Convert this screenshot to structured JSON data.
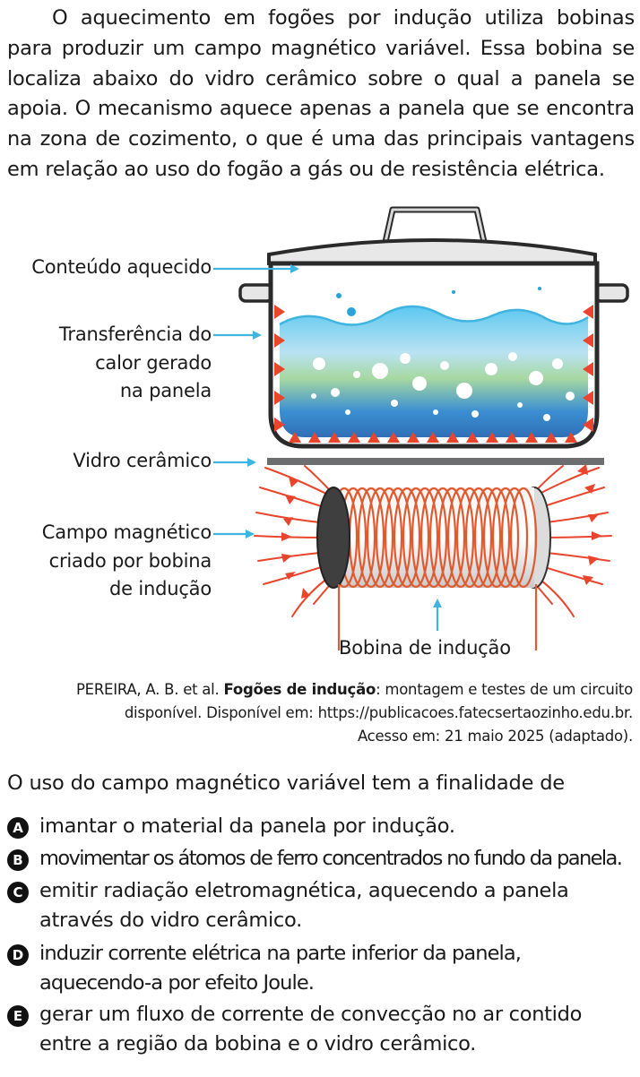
{
  "intro": {
    "text": "O aquecimento em fogões por indução utiliza bobinas para produzir um campo magnético variável. Essa bobina se localiza abaixo do vidro cerâmico sobre o qual a panela se apoia. O mecanismo aquece apenas a panela que se encontra na zona de cozimento, o que é uma das principais vantagens em relação ao uso do fogão a gás ou de resistência elétrica."
  },
  "figure": {
    "labels": {
      "conteudo": "Conteúdo aquecido",
      "transferencia": "Transferência do\ncalor gerado\nna panela",
      "vidro": "Vidro cerâmico",
      "campo": "Campo magnético\ncriado por bobina\nde indução",
      "bobina": "Bobina de indução"
    },
    "colors": {
      "arrow": "#3fb4e0",
      "field": "#e8452c",
      "coil": "#e05a2f",
      "pot": "#2a2a2a",
      "glass": "#6d6e70",
      "water_top": "#4fc4ee",
      "water_bottom": "#3a86c8",
      "water_mid": "#9fd49a"
    }
  },
  "source": {
    "line1_prefix": "PEREIRA, A. B. et al. ",
    "line1_title": "Fogões de indução",
    "line1_suffix": ": montagem e testes de um circuito",
    "line2": "disponível. Disponível em: https://publicacoes.fatecsertaozinho.edu.br.",
    "line3": "Acesso em: 21 maio 2025 (adaptado)."
  },
  "question": "O uso do campo magnético variável tem a finalidade de",
  "options": [
    {
      "letter": "A",
      "text": "imantar o material da panela por indução."
    },
    {
      "letter": "B",
      "text": "movimentar os átomos de ferro concentrados no fundo da panela."
    },
    {
      "letter": "C",
      "text": "emitir radiação eletromagnética, aquecendo a panela através do vidro cerâmico."
    },
    {
      "letter": "D",
      "text": "induzir corrente elétrica na parte inferior da panela, aquecendo-a por efeito Joule."
    },
    {
      "letter": "E",
      "text": "gerar um fluxo de corrente de convecção no ar contido entre a região da bobina e o vidro cerâmico."
    }
  ]
}
